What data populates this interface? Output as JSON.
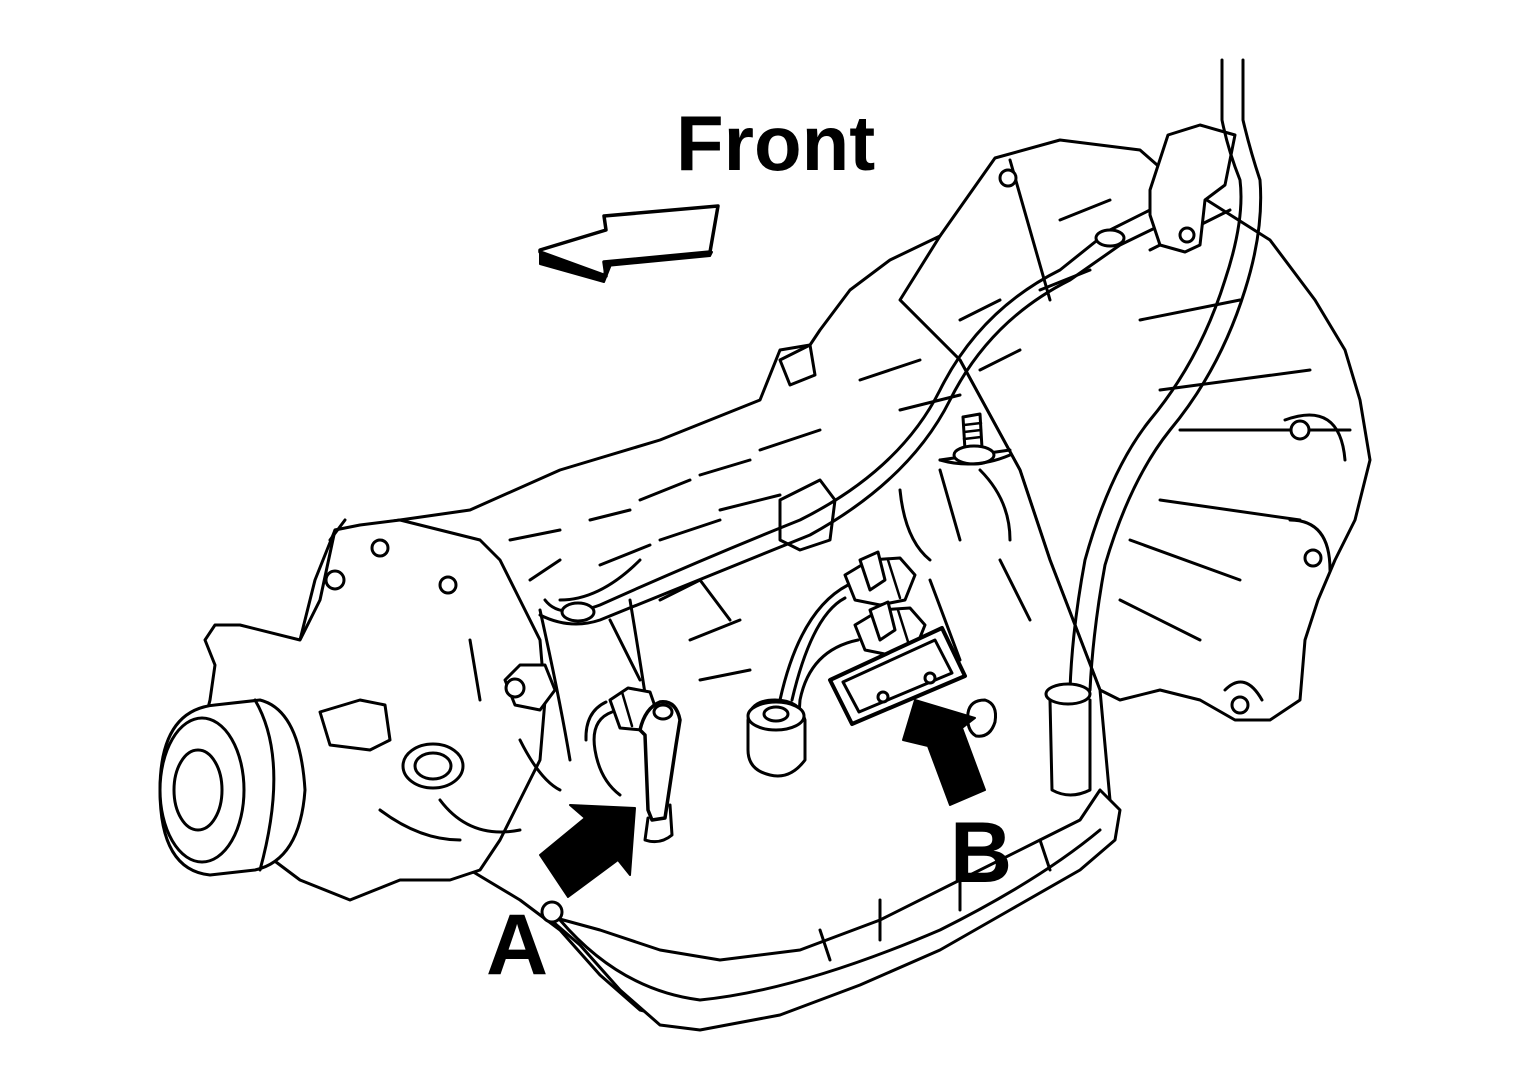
{
  "labels": {
    "front": "Front",
    "a": "A",
    "b": "B"
  },
  "colors": {
    "ink": "#000000",
    "paper": "#ffffff"
  }
}
